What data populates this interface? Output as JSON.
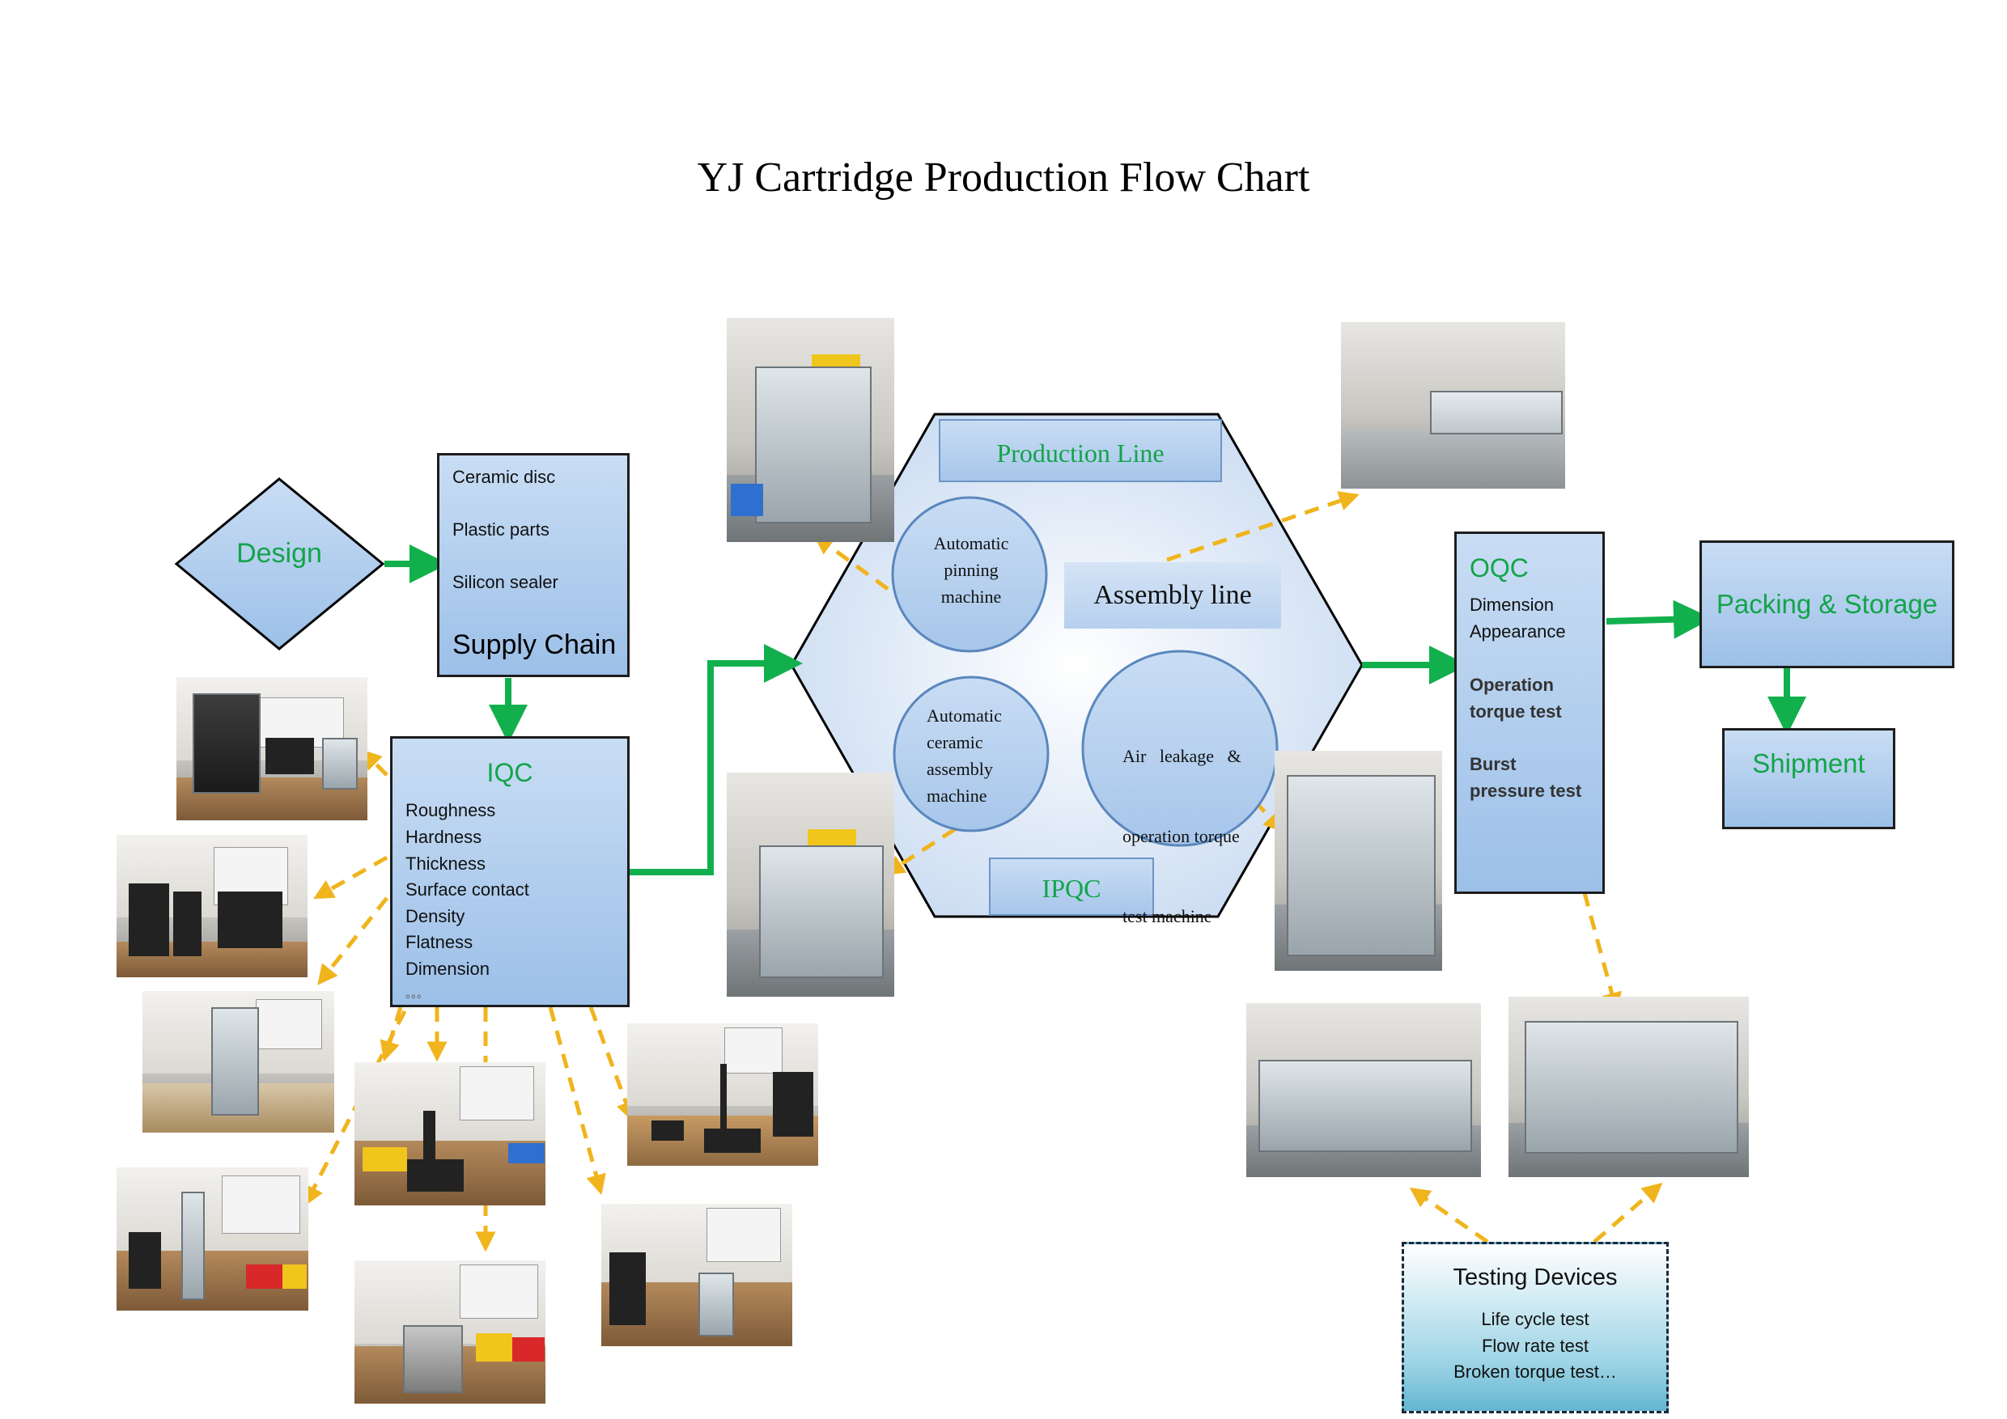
{
  "title": "YJ Cartridge Production Flow Chart",
  "design": {
    "label": "Design"
  },
  "supply_chain": {
    "items": [
      "Ceramic disc",
      "Plastic parts",
      "Silicon sealer"
    ],
    "label": "Supply Chain"
  },
  "iqc": {
    "label": "IQC",
    "items": [
      "Roughness",
      "Hardness",
      "Thickness",
      "Surface contact",
      "Density",
      "Flatness",
      "Dimension",
      "。。。"
    ]
  },
  "production": {
    "production_line": "Production Line",
    "assembly_line": "Assembly line",
    "ipqc": "IPQC",
    "pinning": [
      "Automatic",
      "pinning",
      "machine"
    ],
    "ceramic": [
      "Automatic",
      "ceramic",
      "assembly",
      "machine"
    ],
    "air": [
      "Air   leakage   &",
      "operation torque",
      "test machine"
    ]
  },
  "oqc": {
    "label": "OQC",
    "items": [
      "Dimension",
      "Appearance"
    ],
    "bold1": [
      "Operation",
      "torque test"
    ],
    "bold2": [
      "Burst",
      "pressure test"
    ]
  },
  "packing": {
    "label": "Packing & Storage"
  },
  "shipment": {
    "label": "Shipment"
  },
  "testing": {
    "label": "Testing Devices",
    "items": [
      "Life cycle test",
      "Flow rate test",
      "Broken torque test…"
    ]
  },
  "colors": {
    "arrow_green": "#12b04d",
    "dashed_orange": "#f0b41c",
    "box_border": "#1d1d1d",
    "label_green": "#13a44a"
  }
}
